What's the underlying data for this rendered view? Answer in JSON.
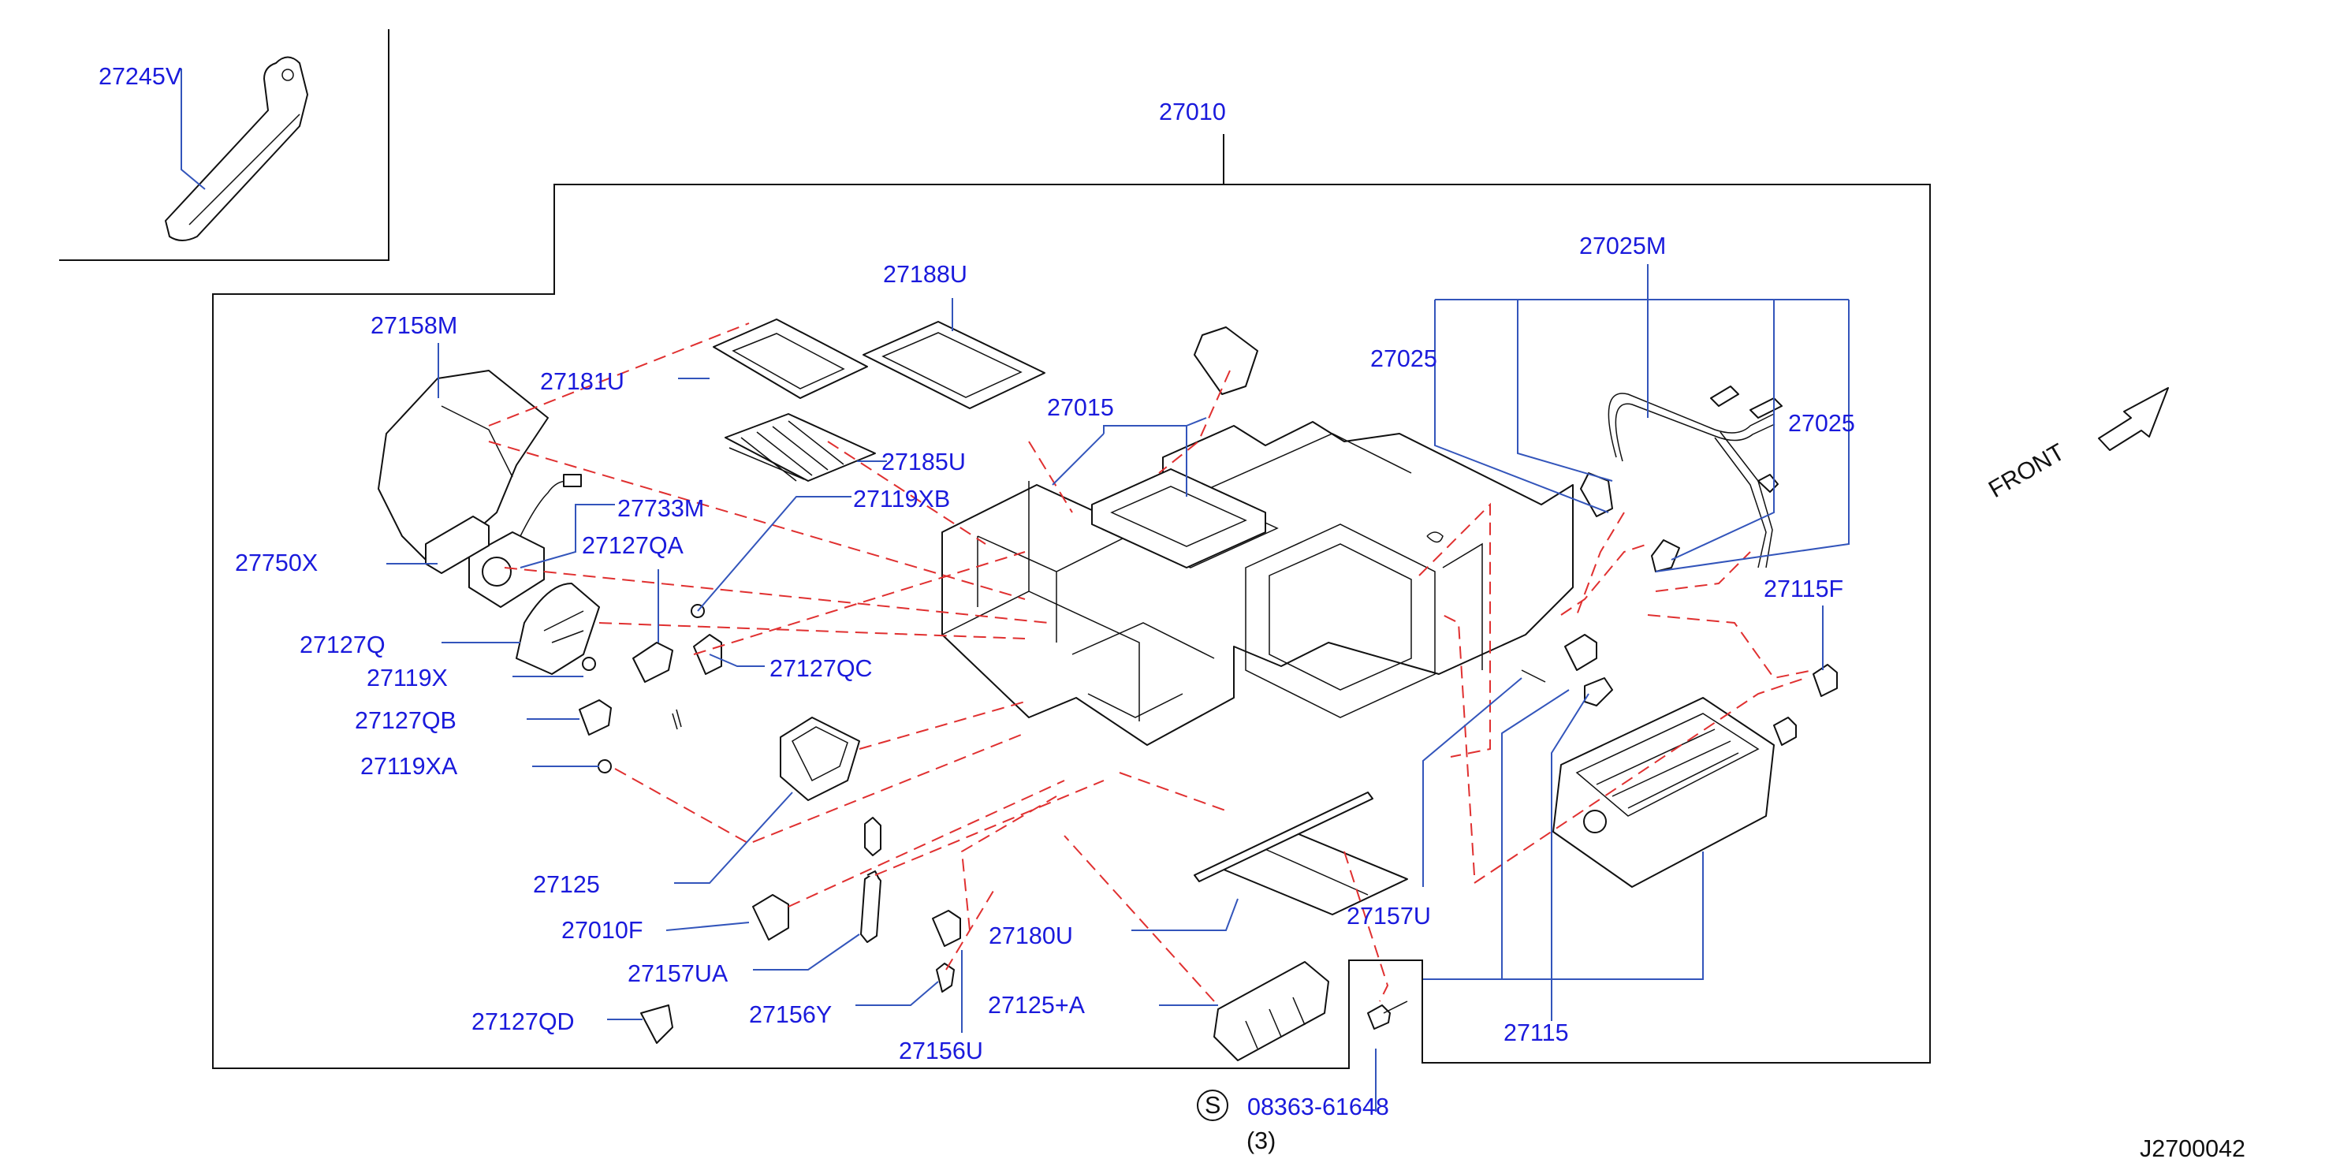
{
  "diagram_id": "J2700042",
  "front_label": "FRONT",
  "parts": {
    "p27245V": "27245V",
    "p27010": "27010",
    "p27158M": "27158M",
    "p27181U": "27181U",
    "p27188U": "27188U",
    "p27185U": "27185U",
    "p27733M": "27733M",
    "p27119XB": "27119XB",
    "p27015": "27015",
    "p27025M": "27025M",
    "p27025a": "27025",
    "p27025b": "27025",
    "p27750X": "27750X",
    "p27127QA": "27127QA",
    "p27127Q": "27127Q",
    "p27119X": "27119X",
    "p27127QC": "27127QC",
    "p27115F": "27115F",
    "p27127QB": "27127QB",
    "p27119XA": "27119XA",
    "p27125": "27125",
    "p27010F": "27010F",
    "p27157U": "27157U",
    "p27180U": "27180U",
    "p27157UA": "27157UA",
    "p27125A": "27125+A",
    "p27156Y": "27156Y",
    "p27127QD": "27127QD",
    "p27156U": "27156U",
    "p27115": "27115"
  },
  "bolt": {
    "symbol": "S",
    "number": "08363-61648",
    "qty": "(3)"
  }
}
